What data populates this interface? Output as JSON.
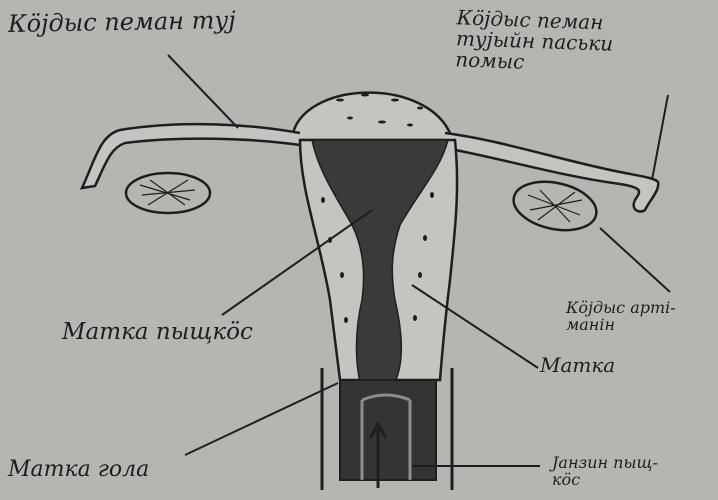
{
  "labels": {
    "ovary_tube": "Кӧjдыс пеман туj",
    "tube_fringe": "Кӧjдыс пеман\nтуjыйн паськи\nпомыс",
    "uterus_cavity": "Маткa пыщкӧс",
    "ovary": "Кӧjдыс артi-\nманiн",
    "uterus": "Маткa",
    "uterus_neck": "Маткa голa",
    "vagina": "Jaнзин пыщ-\nкӧс"
  },
  "colors": {
    "paper": "#b5b5b1",
    "ink": "#1e1e1e",
    "cavity": "#3a3a38"
  }
}
